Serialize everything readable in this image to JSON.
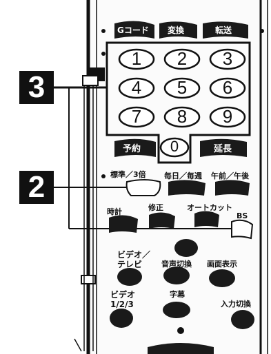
{
  "callouts": [
    "3",
    "2"
  ],
  "top_buttons": [
    "Gコード",
    "変換",
    "転送"
  ],
  "keypad": [
    "1",
    "2",
    "3",
    "4",
    "5",
    "6",
    "7",
    "8",
    "9",
    "0"
  ],
  "timer_buttons": {
    "reserve": "予約",
    "extend": "延長"
  },
  "mode_labels": {
    "speed": "標準／3倍",
    "daily": "毎日／毎週",
    "ampm": "午前／午後"
  },
  "clock_labels": {
    "clock": "時計",
    "edit": "修正",
    "autocut": "オートカット",
    "bs": "BS"
  },
  "av_labels": {
    "video_tv": [
      "ビデオ／",
      "テレビ"
    ],
    "audio": "音声切換",
    "display": "画面表示",
    "video123": [
      "ビデオ",
      "1/2/3"
    ],
    "subtitle": "字幕",
    "input": "入力切換"
  },
  "colors": {
    "ink": "#111111",
    "paper": "#ffffff",
    "button": "#1a1a1a",
    "panel": "#f6f6f6"
  }
}
